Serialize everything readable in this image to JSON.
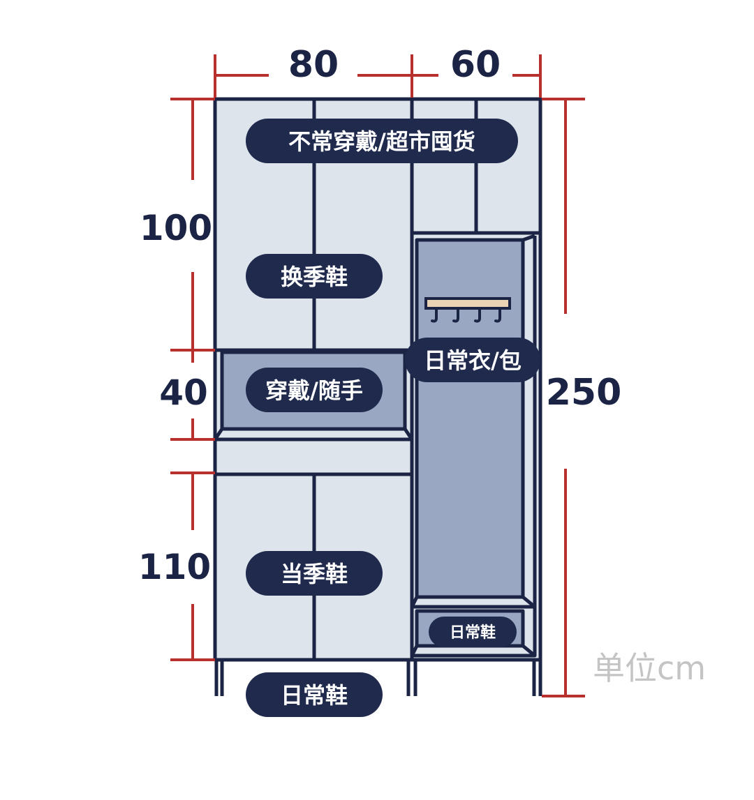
{
  "dimensions": {
    "width_left": "80",
    "width_right": "60",
    "height_top": "100",
    "height_middle": "40",
    "height_bottom": "110",
    "height_total": "250"
  },
  "labels": {
    "top_storage": "不常穿戴/超市囤货",
    "seasonal_shoes_off": "换季鞋",
    "open_shelf": "穿戴/随手",
    "hanging_area": "日常衣/包",
    "seasonal_shoes_current": "当季鞋",
    "daily_shoes_right": "日常鞋",
    "daily_shoes_floor": "日常鞋"
  },
  "unit": "单位cm",
  "colors": {
    "outline": "#1b2444",
    "panel": "#dde4ec",
    "open_area": "#9aa7c2",
    "pill": "#1f2a4d",
    "dimension_line": "#b8302e",
    "hook_rail": "#e8d4b4"
  }
}
